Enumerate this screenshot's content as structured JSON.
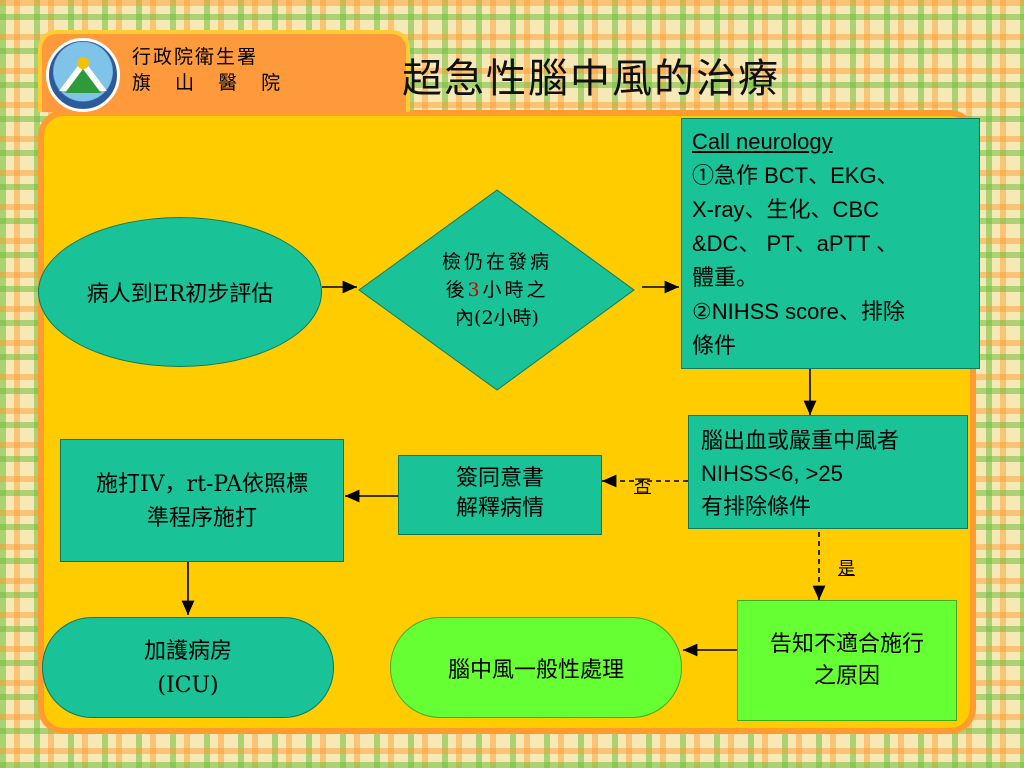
{
  "header": {
    "org_line1": "行政院衛生署",
    "org_line2": "旗 山 醫 院",
    "title": "超急性腦中風的治療"
  },
  "nodes": {
    "er": "病人到ER初步評估",
    "decision_line1": "檢仍在發病",
    "decision_line2a": "後",
    "decision_num": "3",
    "decision_line2b": "小時之",
    "decision_line3": "內(2小時)",
    "call_title": "Call neurology",
    "call_line1": "①急作 BCT、EKG、",
    "call_line2": "X-ray、生化、CBC",
    "call_line3": "&DC、 PT、aPTT  、",
    "call_line4": "體重。",
    "call_line5": "②NIHSS score、排除",
    "call_line6": "條件",
    "hemorrhage_line1": "腦出血或嚴重中風者",
    "hemorrhage_line2": "NIHSS<6, >25",
    "hemorrhage_line3": "有排除條件",
    "consent_line1": "簽同意書",
    "consent_line2": "解釋病情",
    "iv_line1": "施打IV，rt-PA依照標",
    "iv_line2": "準程序施打",
    "icu_line1": "加護病房",
    "icu_line2": "(ICU)",
    "general": "腦中風一般性處理",
    "inform_line1": "告知不適合施行",
    "inform_line2": "之原因"
  },
  "edge_labels": {
    "no": "否",
    "yes": "是"
  },
  "colors": {
    "teal": "#19c397",
    "lime": "#66ff33",
    "panel": "#ffcc00",
    "emphasis": "#cc0000"
  }
}
